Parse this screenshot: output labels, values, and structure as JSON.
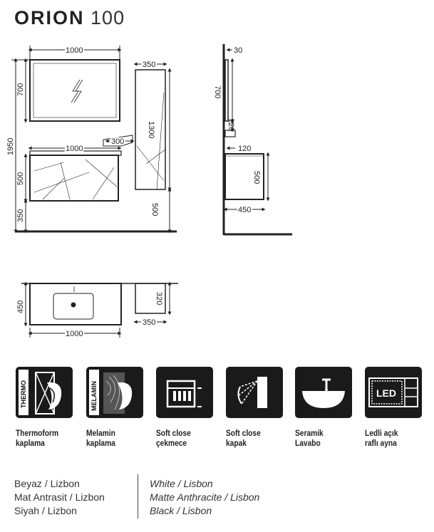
{
  "header": {
    "brand": "ORION",
    "model": "100"
  },
  "dimensions": {
    "mirror_width": "1000",
    "mirror_height": "700",
    "total_height": "1950",
    "cabinet_width": "1000",
    "cabinet_height": "500",
    "floor_gap": "350",
    "basin_depth_label": "300",
    "tall_width": "350",
    "tall_height": "1300",
    "tall_floor": "500",
    "side_top": "30",
    "side_mirror": "700",
    "side_shelf": "120",
    "side_basin": "120",
    "side_cabinet": "500",
    "side_depth": "450",
    "top_depth": "450",
    "top_width": "1000",
    "top_tall_depth": "320",
    "top_tall_width": "350"
  },
  "features": [
    {
      "icon": "thermo-icon",
      "badge": "THERMO",
      "label_line1": "Thermoform",
      "label_line2": "kaplama"
    },
    {
      "icon": "melamin-icon",
      "badge": "MELAMIN",
      "label_line1": "Melamin",
      "label_line2": "kaplama"
    },
    {
      "icon": "soft-close-drawer-icon",
      "label_line1": "Soft close",
      "label_line2": "çekmece"
    },
    {
      "icon": "soft-close-door-icon",
      "label_line1": "Soft close",
      "label_line2": "kapak"
    },
    {
      "icon": "ceramic-basin-icon",
      "label_line1": "Seramik Lavabo",
      "label_line2": ""
    },
    {
      "icon": "led-mirror-icon",
      "badge": "LED",
      "label_line1": "Ledli açık",
      "label_line2": "raflı ayna"
    }
  ],
  "colors_tr": [
    "Beyaz / Lizbon",
    "Mat Antrasit / Lizbon",
    "Siyah / Lizbon"
  ],
  "colors_en": [
    "White / Lisbon",
    "Matte Anthracite / Lisbon",
    "Black / Lisbon"
  ]
}
